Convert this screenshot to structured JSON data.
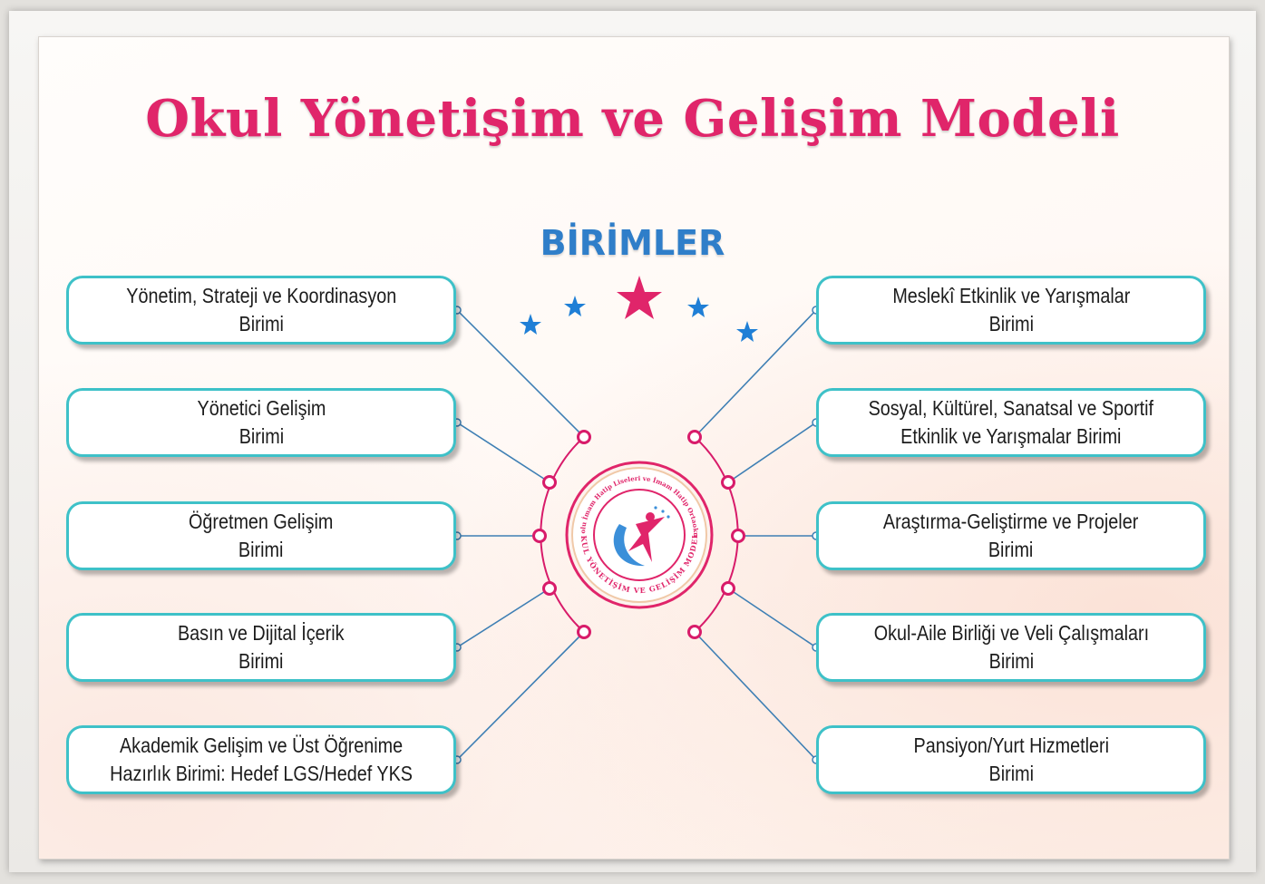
{
  "title": "Okul Yönetişim ve Gelişim Modeli",
  "subtitle": "BİRİMLER",
  "colors": {
    "title": "#e0256a",
    "subtitle": "#2f7ec9",
    "box_border": "#3ec1c8",
    "connector": "#d81b6a",
    "line": "#3e7fb4"
  },
  "left_units": [
    {
      "text": "Yönetim, Strateji ve Koordinasyon\nBirimi"
    },
    {
      "text": "Yönetici Gelişim\nBirimi"
    },
    {
      "text": "Öğretmen Gelişim\nBirimi"
    },
    {
      "text": "Basın ve Dijital İçerik\nBirimi"
    },
    {
      "text": "Akademik Gelişim ve Üst Öğrenime\nHazırlık Birimi: Hedef LGS/Hedef YKS"
    }
  ],
  "right_units": [
    {
      "text": "Meslekî Etkinlik ve Yarışmalar\nBirimi"
    },
    {
      "text": "Sosyal, Kültürel, Sanatsal ve Sportif\nEtkinlik ve Yarışmalar Birimi"
    },
    {
      "text": "Araştırma-Geliştirme ve Projeler\nBirimi"
    },
    {
      "text": "Okul-Aile Birliği ve Veli Çalışmaları\nBirimi"
    },
    {
      "text": "Pansiyon/Yurt Hizmetleri\nBirimi"
    }
  ],
  "logo": {
    "ring_top_text": "Anadolu İmam Hatip Liseleri ve İmam Hatip Ortaokulları",
    "ring_bottom_text": "OKUL YÖNETİŞİM VE GELİŞİM MODELİ"
  }
}
